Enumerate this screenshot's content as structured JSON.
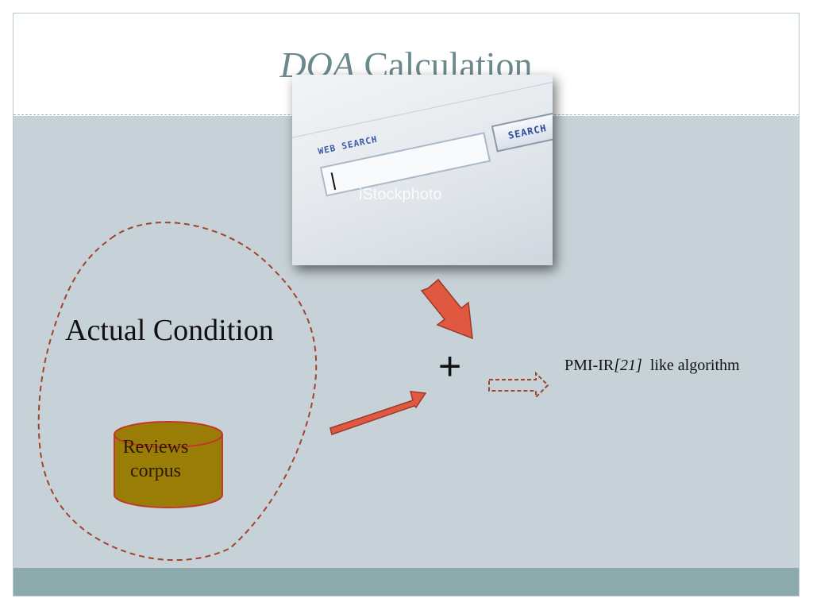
{
  "title": {
    "emphasis": "DOA",
    "rest": " Calculation"
  },
  "photo": {
    "search_label": "WEB SEARCH",
    "search_button": "SEARCH",
    "watermark": "iStockphoto"
  },
  "diagram": {
    "region_label": "Actual Condition",
    "database_label_line1": "Reviews",
    "database_label_line2": "corpus",
    "combine_symbol": "+",
    "result_prefix": "PMI-IR",
    "result_ref": "[21]",
    "result_suffix": "like algorithm"
  },
  "colors": {
    "title": "#6b8a8d",
    "content_background": "#c7d2d8",
    "footer": "#8ca9ab",
    "arrow_fill": "#e0583f",
    "arrow_stroke": "#9a3a28",
    "dashed_boundary": "#a0442c",
    "database_fill": "#9a7d06",
    "database_stroke": "#c0392b"
  }
}
